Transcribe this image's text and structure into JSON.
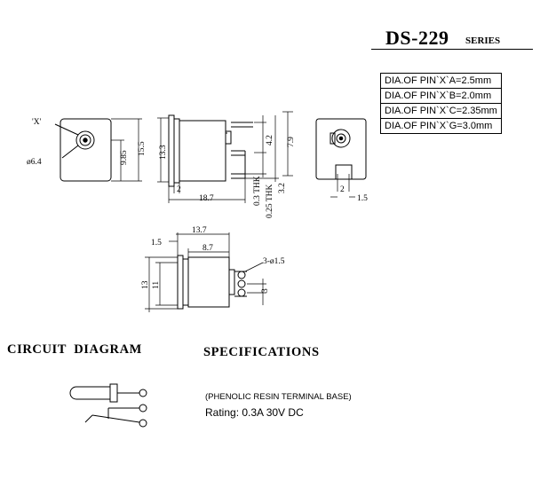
{
  "header": {
    "model": "DS-229",
    "series": "SERIES"
  },
  "pin_table": [
    "DIA.OF PIN`X`A=2.5mm",
    "DIA.OF PIN`X`B=2.0mm",
    "DIA.OF PIN`X`C=2.35mm",
    "DIA.OF PIN`X`G=3.0mm"
  ],
  "front_view": {
    "pin_label": "'X'",
    "dia": "ø6.4",
    "inner_height": "9.85",
    "outer_height": "15.5"
  },
  "side_view": {
    "height": "13.3",
    "flange": "2",
    "length": "18.7",
    "top_dim": "4.2",
    "right_dim": "7.9",
    "thk1": "0.3 THK",
    "thk2": "0.25 THK",
    "pin_dim": "3.2"
  },
  "rear_view": {
    "flange": "2",
    "gap": "1.5"
  },
  "bottom_view": {
    "total": "13.7",
    "offset": "1.5",
    "inner": "8.7",
    "holes": "3-ø1.5",
    "outer_height": "13",
    "inner_height": "11",
    "pitch": "3"
  },
  "sections": {
    "circuit": "CIRCUIT  DIAGRAM",
    "specs": "SPECIFICATIONS"
  },
  "specs": {
    "base": "(PHENOLIC RESIN TERMINAL BASE)",
    "rating": "Rating: 0.3A 30V DC"
  }
}
